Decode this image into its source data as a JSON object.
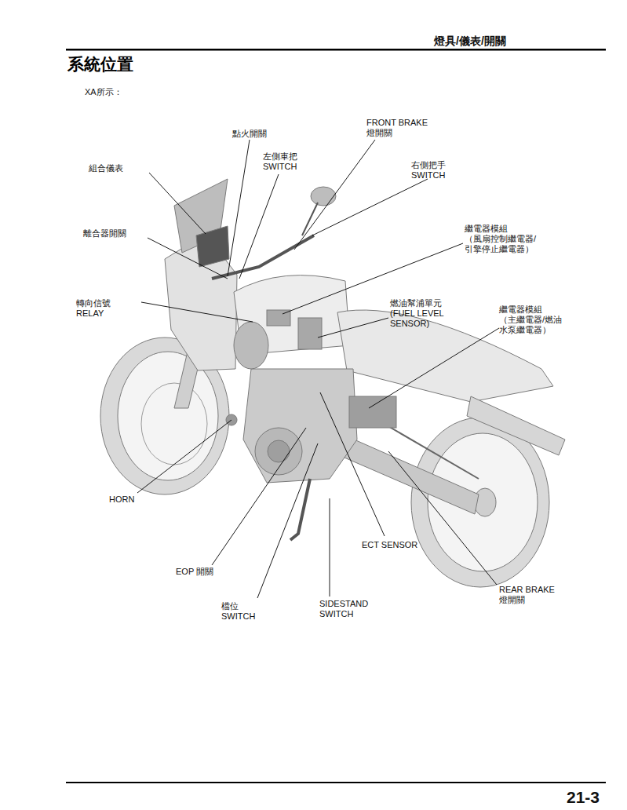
{
  "diagram": {
    "title": "系統位置",
    "labels": [
      "燈具/儀表/開關",
      "XA所示：",
      "點火開關",
      "FRONT BRAKE 燈開關",
      "左側車把 SWITCH",
      "組合儀表",
      "右側把手 SWITCH",
      "繼電器模組 （風扇控制繼電器/ 引擎停止繼電器）",
      "離合器開關",
      "轉向信號 RELAY",
      "燃油幫浦單元 (FUEL LEVEL SENSOR)",
      "繼電器模組 （主繼電器/燃油 水泵繼電器）",
      "HORN",
      "ECT SENSOR",
      "EOP 開關",
      "REAR BRAKE 燈開關",
      "檔位 SWITCH",
      "SIDESTAND SWITCH",
      "21-3"
    ]
  }
}
